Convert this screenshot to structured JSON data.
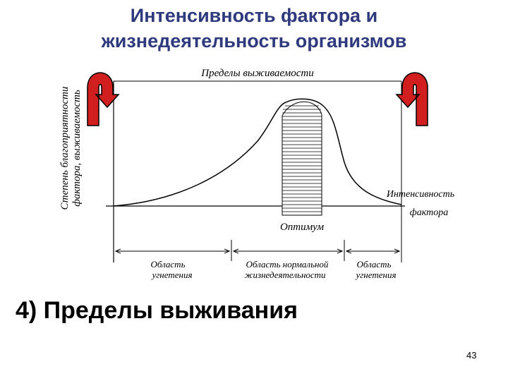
{
  "title": {
    "line1": "Интенсивность фактора и",
    "line2": "жизнедеятельность организмов"
  },
  "diagram": {
    "y_axis_label_1": "Степень благоприятности",
    "y_axis_label_2": "фактора, выживаемость",
    "survival_limits_label": "Пределы выживаемости",
    "x_axis_label_1": "Интенсивность",
    "x_axis_label_2": "фактора",
    "optimum_label": "Оптимум",
    "zones": [
      {
        "line1": "Область",
        "line2": "угнетения"
      },
      {
        "line1": "Область нормальной",
        "line2": "жизнедеятельности"
      },
      {
        "line1": "Область",
        "line2": "угнетения"
      }
    ],
    "arrow_color": "#d11f1f"
  },
  "subtitle": "4) Пределы выживания",
  "page_number": "43"
}
